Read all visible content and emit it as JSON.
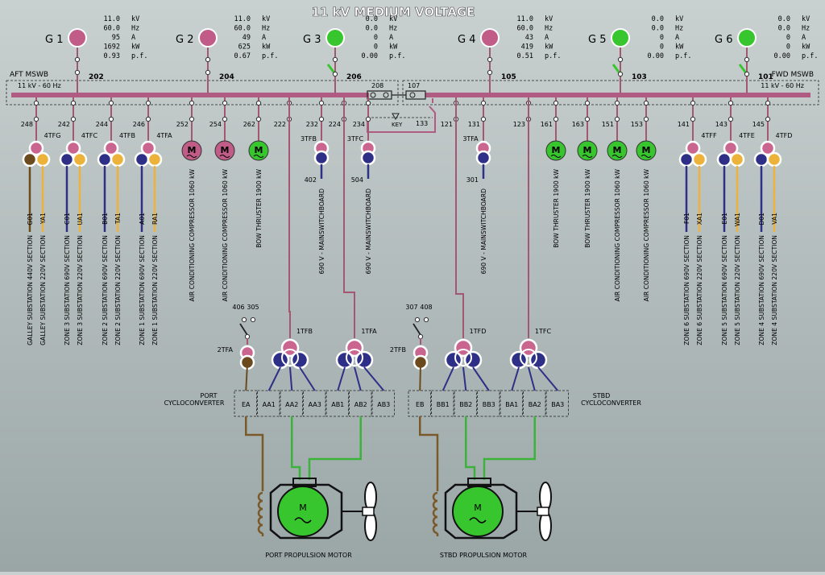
{
  "title": "11 kV MEDIUM VOLTAGE",
  "units": [
    "kV",
    "Hz",
    "A",
    "kW",
    "p.f."
  ],
  "generators": [
    {
      "name": "G 1",
      "breaker": "202",
      "running": true,
      "readings": [
        "11.0",
        "60.0",
        "95",
        "1692",
        "0.93"
      ]
    },
    {
      "name": "G 2",
      "breaker": "204",
      "running": true,
      "readings": [
        "11.0",
        "60.0",
        "49",
        "625",
        "0.67"
      ]
    },
    {
      "name": "G 3",
      "breaker": "206",
      "running": false,
      "readings": [
        "0.0",
        "0.0",
        "0",
        "0",
        "0.00"
      ]
    },
    {
      "name": "G 4",
      "breaker": "105",
      "running": true,
      "readings": [
        "11.0",
        "60.0",
        "43",
        "419",
        "0.51"
      ]
    },
    {
      "name": "G 5",
      "breaker": "103",
      "running": false,
      "readings": [
        "0.0",
        "0.0",
        "0",
        "0",
        "0.00"
      ]
    },
    {
      "name": "G 6",
      "breaker": "101",
      "running": false,
      "readings": [
        "0.0",
        "0.0",
        "0",
        "0",
        "0.00"
      ]
    }
  ],
  "switchboards": {
    "aft": {
      "name": "AFT MSWB",
      "rating": "11 kV - 60 Hz"
    },
    "fwd": {
      "name": "FWD MSWB",
      "rating": "11 kV - 60 Hz"
    },
    "bus_tie_aft": "208",
    "bus_tie_fwd": "107",
    "key_label": "KEY",
    "key_breaker": "133"
  },
  "feeders": [
    {
      "breaker": "248",
      "transformer": "4TFG",
      "kind": "tfr3",
      "codes": [
        "G01",
        "YA1"
      ],
      "labels": [
        "GALLEY SUBSTATION 440V SECTION",
        "GALLEY SUBSTATION 220V SECTION"
      ]
    },
    {
      "breaker": "242",
      "transformer": "4TFC",
      "kind": "tfr3",
      "codes": [
        "C01",
        "UA1"
      ],
      "labels": [
        "ZONE 3  SUBSTATION 690V SECTION",
        "ZONE 3 SUBSTATION 220V SECTION"
      ]
    },
    {
      "breaker": "244",
      "transformer": "4TFB",
      "kind": "tfr3",
      "codes": [
        "B01",
        "TA1"
      ],
      "labels": [
        "ZONE 2  SUBSTATION 690V SECTION",
        "ZONE 2 SUBSTATION 220V SECTION"
      ]
    },
    {
      "breaker": "246",
      "transformer": "4TFA",
      "kind": "tfr3",
      "codes": [
        "A01",
        "RA1"
      ],
      "labels": [
        "ZONE 1  SUBSTATION 690V SECTION",
        "ZONE 1 SUBSTATION 220V SECTION"
      ]
    },
    {
      "breaker": "252",
      "kind": "motor",
      "running": false,
      "labels": [
        "AIR CONDITIONING COMPRESSOR 1060 kW"
      ]
    },
    {
      "breaker": "254",
      "kind": "motor",
      "running": false,
      "labels": [
        "AIR CONDITIONING COMPRESSOR 1060 kW"
      ]
    },
    {
      "breaker": "262",
      "kind": "motor",
      "running": true,
      "labels": [
        "BOW THRUSTER 1900 kW"
      ]
    },
    {
      "breaker": "222",
      "kind": "prop",
      "labels": []
    },
    {
      "breaker": "232",
      "transformer": "3TFB",
      "kind": "tfr2",
      "codes": [
        "402"
      ],
      "labels": [
        "690 V - MAINSWITCHBOARD"
      ]
    },
    {
      "breaker": "224",
      "kind": "prop",
      "labels": []
    },
    {
      "breaker": "234",
      "transformer": "3TFC",
      "kind": "tfr2",
      "codes": [
        "504"
      ],
      "labels": [
        "690 V - MAINSWITCHBOARD"
      ]
    },
    {
      "breaker": "121",
      "kind": "prop",
      "labels": []
    },
    {
      "breaker": "131",
      "transformer": "3TFA",
      "kind": "tfr2",
      "codes": [
        "301"
      ],
      "labels": [
        "690 V - MAINSWITCHBOARD"
      ]
    },
    {
      "breaker": "123",
      "kind": "prop",
      "labels": []
    },
    {
      "breaker": "161",
      "kind": "motor",
      "running": true,
      "labels": [
        "BOW THRUSTER 1900 kW"
      ]
    },
    {
      "breaker": "163",
      "kind": "motor",
      "running": true,
      "labels": [
        "BOW THRUSTER 1900 kW"
      ]
    },
    {
      "breaker": "151",
      "kind": "motor",
      "running": true,
      "labels": [
        "AIR CONDITIONING COMPRESSOR 1060 kW"
      ]
    },
    {
      "breaker": "153",
      "kind": "motor",
      "running": true,
      "labels": [
        "AIR CONDITIONING COMPRESSOR 1060 kW"
      ]
    },
    {
      "breaker": "141",
      "transformer": "4TFF",
      "kind": "tfr3",
      "codes": [
        "F01",
        "XA1"
      ],
      "labels": [
        "ZONE 6 SUBSTATION 690V SECTION",
        "ZONE 6 SUBSTATION 220V SECTION"
      ]
    },
    {
      "breaker": "143",
      "transformer": "4TFE",
      "kind": "tfr3",
      "codes": [
        "E01",
        "WA1"
      ],
      "labels": [
        "ZONE 5 SUBSTATION 690V SECTION",
        "ZONE 5 SUBSTATION 220V SECTION"
      ]
    },
    {
      "breaker": "145",
      "transformer": "4TFD",
      "kind": "tfr3",
      "codes": [
        "D01",
        "VA1"
      ],
      "labels": [
        "ZONE 4 SUBSTATION 690V SECTION",
        "ZONE 4 SUBSTATION 220V SECTION"
      ]
    }
  ],
  "propulsion": {
    "port": {
      "label1": "PORT",
      "label2": "CYCLOCONVERTER",
      "excitation_breakers": [
        "406",
        "305"
      ],
      "excitation_tfr": "2TFA",
      "tfrs": [
        "1TFB",
        "1TFA"
      ],
      "cells": [
        "EA",
        "AA1",
        "AA2",
        "AA3",
        "AB1",
        "AB2",
        "AB3"
      ],
      "motor": "PORT PROPULSION MOTOR",
      "motor_symbol": "M"
    },
    "stbd": {
      "label1": "STBD",
      "label2": "CYCLOCONVERTER",
      "excitation_breakers": [
        "307",
        "408"
      ],
      "excitation_tfr": "2TFB",
      "tfrs": [
        "1TFD",
        "1TFC"
      ],
      "cells": [
        "EB",
        "BB1",
        "BB2",
        "BB3",
        "BA1",
        "BA2",
        "BA3"
      ],
      "motor": "STBD PROPULSION MOTOR",
      "motor_symbol": "M"
    }
  },
  "colors": {
    "bus": "#b05c82",
    "feeder": "#a2586f",
    "running": "#38c62e",
    "stopped": "#c05c87",
    "tfr_primary": "#c9658f",
    "tfr_blue": "#2e2f86",
    "tfr_orange": "#ecb23a",
    "tfr_brown": "#6b4b1e",
    "green_line": "#3bb33b",
    "brown_line": "#7a5a2a"
  }
}
